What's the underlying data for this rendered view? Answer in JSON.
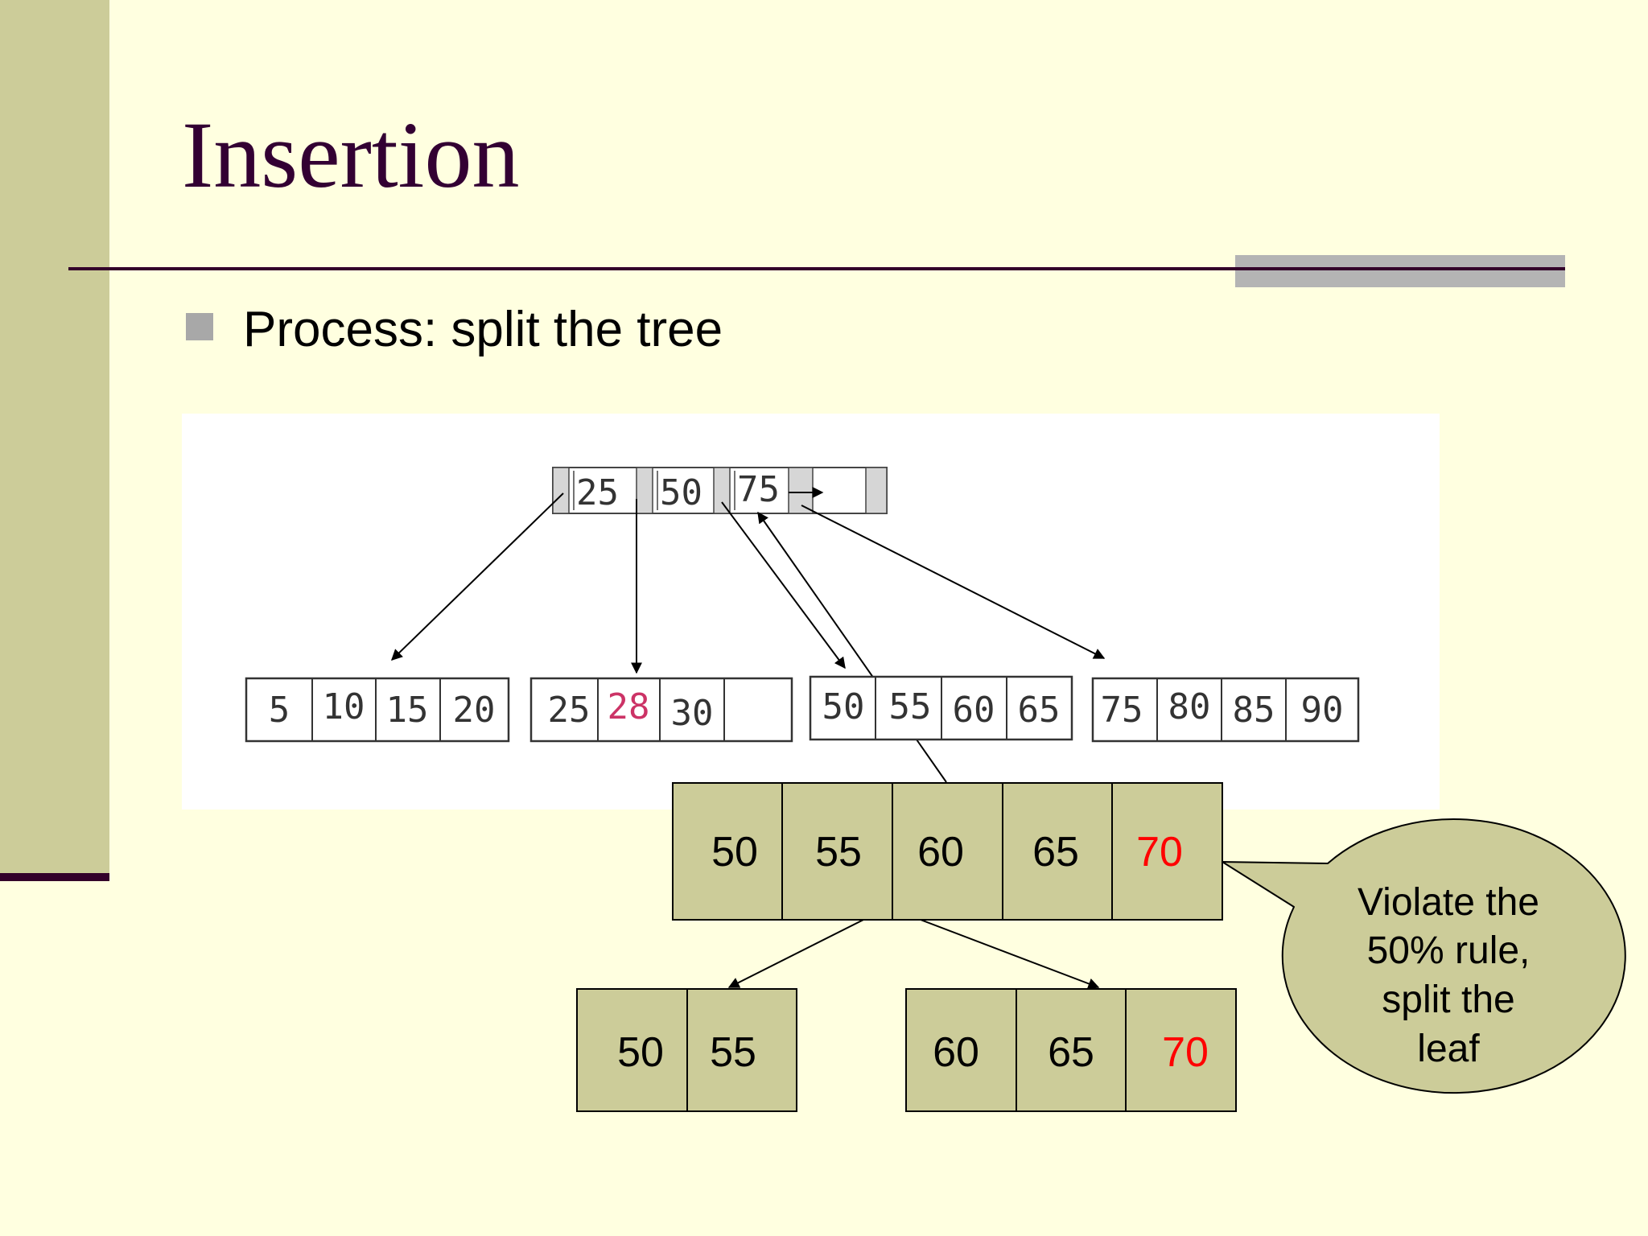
{
  "slide": {
    "title": "Insertion",
    "bullet": "Process: split the tree"
  },
  "figure": {
    "root_keys": [
      "25",
      "50",
      "75"
    ],
    "leaves": [
      {
        "keys": [
          "5",
          "10",
          "15",
          "20"
        ],
        "highlight": []
      },
      {
        "keys": [
          "25",
          "28",
          "30",
          ""
        ],
        "highlight": [
          1
        ]
      },
      {
        "keys": [
          "50",
          "55",
          "60",
          "65"
        ],
        "highlight": []
      },
      {
        "keys": [
          "75",
          "80",
          "85",
          "90"
        ],
        "highlight": []
      }
    ]
  },
  "overflow_leaf": {
    "keys": [
      "50",
      "55",
      "60",
      "65",
      "70"
    ],
    "new_key_index": 4
  },
  "split_left": {
    "keys": [
      "50",
      "55"
    ]
  },
  "split_right": {
    "keys": [
      "60",
      "65",
      "70"
    ],
    "new_key_index": 2
  },
  "callout": {
    "lines": [
      "Violate the",
      "50% rule,",
      "split the",
      "leaf"
    ]
  },
  "colors": {
    "background": "#ffffe0",
    "sidebar": "#cccc99",
    "title": "#330033",
    "node_fill": "#cccc99",
    "new_key": "#ff0000",
    "highlight_key": "#cc3366"
  }
}
